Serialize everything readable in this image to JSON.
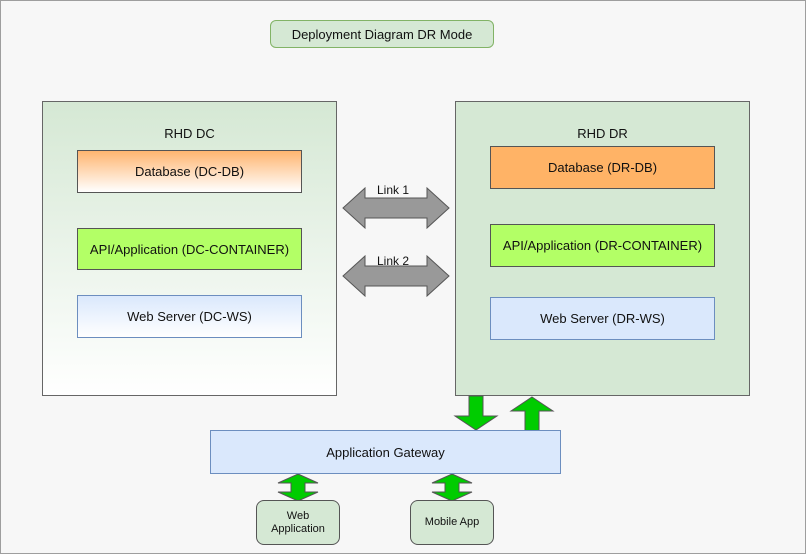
{
  "title": "Deployment Diagram DR Mode",
  "sites": {
    "dc": {
      "label": "RHD DC",
      "database": "Database (DC-DB)",
      "api": "API/Application (DC-CONTAINER)",
      "web_server": "Web Server (DC-WS)"
    },
    "dr": {
      "label": "RHD DR",
      "database": "Database (DR-DB)",
      "api": "API/Application (DR-CONTAINER)",
      "web_server": "Web Server (DR-WS)"
    }
  },
  "links": {
    "link1": "Link 1",
    "link2": "Link 2"
  },
  "gateway": "Application Gateway",
  "clients": {
    "web_line1": "Web",
    "web_line2": "Application",
    "mobile": "Mobile App"
  },
  "colors": {
    "link_arrow": "#999999",
    "flow_arrow": "#00cc00",
    "green_fill": "#d5e8d4",
    "orange_fill": "#ffb366",
    "lime_fill": "#b3ff66",
    "blue_fill": "#dae8fc"
  }
}
